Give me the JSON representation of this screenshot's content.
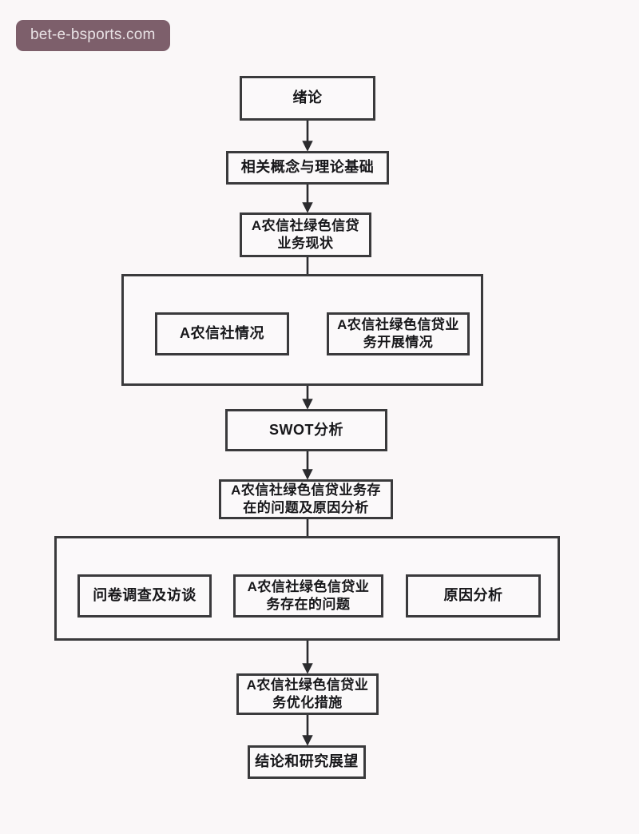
{
  "watermark": {
    "text": "bet-e-bsports.com",
    "bg_color": "#7d5f6b",
    "text_color": "#e9e2e5"
  },
  "theme": {
    "page_bg": "#faf7f8",
    "box_bg": "#fbf9fa",
    "border_color": "#3a3a3c",
    "text_color": "#17171a"
  },
  "diagram": {
    "type": "flowchart",
    "direction": "top-to-bottom",
    "nodes": [
      {
        "id": "n1",
        "label": "绪论"
      },
      {
        "id": "n2",
        "label": "相关概念与理论基础"
      },
      {
        "id": "n3",
        "label": "A农信社绿色信贷\n业务现状"
      },
      {
        "id": "n3a",
        "label": "A农信社情况"
      },
      {
        "id": "n3b",
        "label": "A农信社绿色信贷业\n务开展情况"
      },
      {
        "id": "n4",
        "label": "SWOT分析"
      },
      {
        "id": "n5",
        "label": "A农信社绿色信贷业务存\n在的问题及原因分析"
      },
      {
        "id": "n5a",
        "label": "问卷调查及访谈"
      },
      {
        "id": "n5b",
        "label": "A农信社绿色信贷业\n务存在的问题"
      },
      {
        "id": "n5c",
        "label": "原因分析"
      },
      {
        "id": "n6",
        "label": "A农信社绿色信贷业\n务优化措施"
      },
      {
        "id": "n7",
        "label": "结论和研究展望"
      }
    ],
    "groups": [
      {
        "id": "g1",
        "contains": [
          "n3a",
          "n3b"
        ]
      },
      {
        "id": "g2",
        "contains": [
          "n5a",
          "n5b",
          "n5c"
        ]
      }
    ],
    "edges": [
      {
        "from": "n1",
        "to": "n2"
      },
      {
        "from": "n2",
        "to": "n3"
      },
      {
        "from": "n3",
        "to": "g1"
      },
      {
        "from": "g1",
        "to": "n3a"
      },
      {
        "from": "g1",
        "to": "n3b"
      },
      {
        "from": "g1",
        "to": "n4"
      },
      {
        "from": "n4",
        "to": "n5"
      },
      {
        "from": "n5",
        "to": "g2"
      },
      {
        "from": "g2",
        "to": "n5a"
      },
      {
        "from": "g2",
        "to": "n5b"
      },
      {
        "from": "g2",
        "to": "n5c"
      },
      {
        "from": "g2",
        "to": "n6"
      },
      {
        "from": "n6",
        "to": "n7"
      }
    ]
  }
}
